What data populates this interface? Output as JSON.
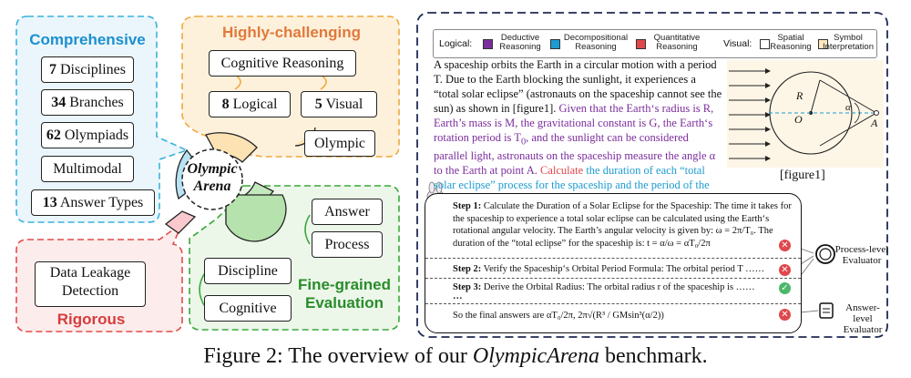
{
  "left_panel": {
    "comprehensive": {
      "title": "Comprehensive",
      "items": [
        {
          "num": "7",
          "text": " Disciplines"
        },
        {
          "num": "34",
          "text": " Branches"
        },
        {
          "num": "62",
          "text": " Olympiads"
        },
        {
          "num": "",
          "text": "Multimodal"
        },
        {
          "num": "13",
          "text": " Answer Types"
        }
      ]
    },
    "challenging": {
      "title": "Highly-challenging",
      "reasoning": "Cognitive Reasoning",
      "logical_num": "8",
      "logical_text": " Logical",
      "visual_num": "5",
      "visual_text": " Visual",
      "olympic": "Olympic"
    },
    "rigorous": {
      "title": "Rigorous",
      "item_line1": "Data Leakage",
      "item_line2": "Detection"
    },
    "fine_grained": {
      "title_line1": "Fine-grained",
      "title_line2": "Evaluation",
      "answer": "Answer",
      "process": "Process",
      "discipline": "Discipline",
      "cognitive": "Cognitive"
    },
    "center": {
      "line1": "Olympic",
      "line2": "Arena"
    }
  },
  "legend": {
    "logical_label": "Logical:",
    "deductive": [
      "Deductive",
      "Reasoning"
    ],
    "decompositional": [
      "Decompositional",
      "Reasoning"
    ],
    "quantitative": [
      "Quantitative",
      "Reasoning"
    ],
    "visual_label": "Visual:",
    "spatial": [
      "Spatial",
      "Reasoning"
    ],
    "symbol": [
      "Symbol",
      "Interpretation"
    ],
    "colors": {
      "deductive": "#7b2d9c",
      "decompositional": "#1c9bd1",
      "quantitative": "#e0474c",
      "spatial": "#ffffff",
      "symbol": "#fde9c0"
    }
  },
  "problem": {
    "p1": "A spaceship orbits the Earth in a circular motion with a period T. Due to the Earth blocking the sunlight, it experiences a “total solar eclipse” (astronauts on the spaceship cannot see the sun) as shown in [figure1]. ",
    "p2": "Given that the Earth‘s radius is R, Earth’s mass is M, the gravitational constant is G, the Earth‘s rotation period is T",
    "p2_sub": "0",
    "p2b": ", and the sunlight can be considered parallel light, astronauts on the spaceship measure the angle α to the Earth at point A. ",
    "p3": "Calculate ",
    "p4": "the duration of each “total solar eclipse” process for the spaceship and the period of the spaceship."
  },
  "figure": {
    "label_R": "R",
    "label_O": "O",
    "label_alpha": "α",
    "label_A": "A",
    "caption": "[figure1]"
  },
  "steps": {
    "s1": "Step 1: Calculate the Duration of a Solar Eclipse for the Spaceship: The time it takes for the spaceship to experience a total solar eclipse can be calculated using the Earth‘s rotational angular velocity. The Earth’s angular velocity is given by: ω = 2π/T₀. The duration of the “total eclipse” for the spaceship is: t = α/ω = αT₀/2π",
    "s1_head": "Step 1:",
    "s1_text": " Calculate the Duration of a Solar Eclipse for the Spaceship: The time it takes for the spaceship to experience a total solar eclipse can be calculated using the Earth‘s rotational angular velocity. The Earth’s angular velocity is given by: ω = 2π/T₀. The duration of the “total eclipse” for the spaceship is: t = α/ω = αT₀/2π",
    "s2_head": "Step 2:",
    "s2_text": " Verify the Spaceship‘s Orbital Period Formula: The orbital period T ……",
    "s3_head": "Step 3:",
    "s3_text": " Derive the Orbital Radius: The orbital radius r of the spaceship is ……",
    "ellipsis": "…",
    "final": "So the final answers are αT₀/2π, 2π√(R³ / GMsin³(α/2))",
    "process_evaluator": [
      "Process-level",
      "Evaluator"
    ],
    "answer_evaluator": [
      "Answer-level",
      "Evaluator"
    ]
  },
  "caption": {
    "prefix": "Figure 2: The overview of our ",
    "emph": "OlympicArena",
    "suffix": " benchmark."
  }
}
